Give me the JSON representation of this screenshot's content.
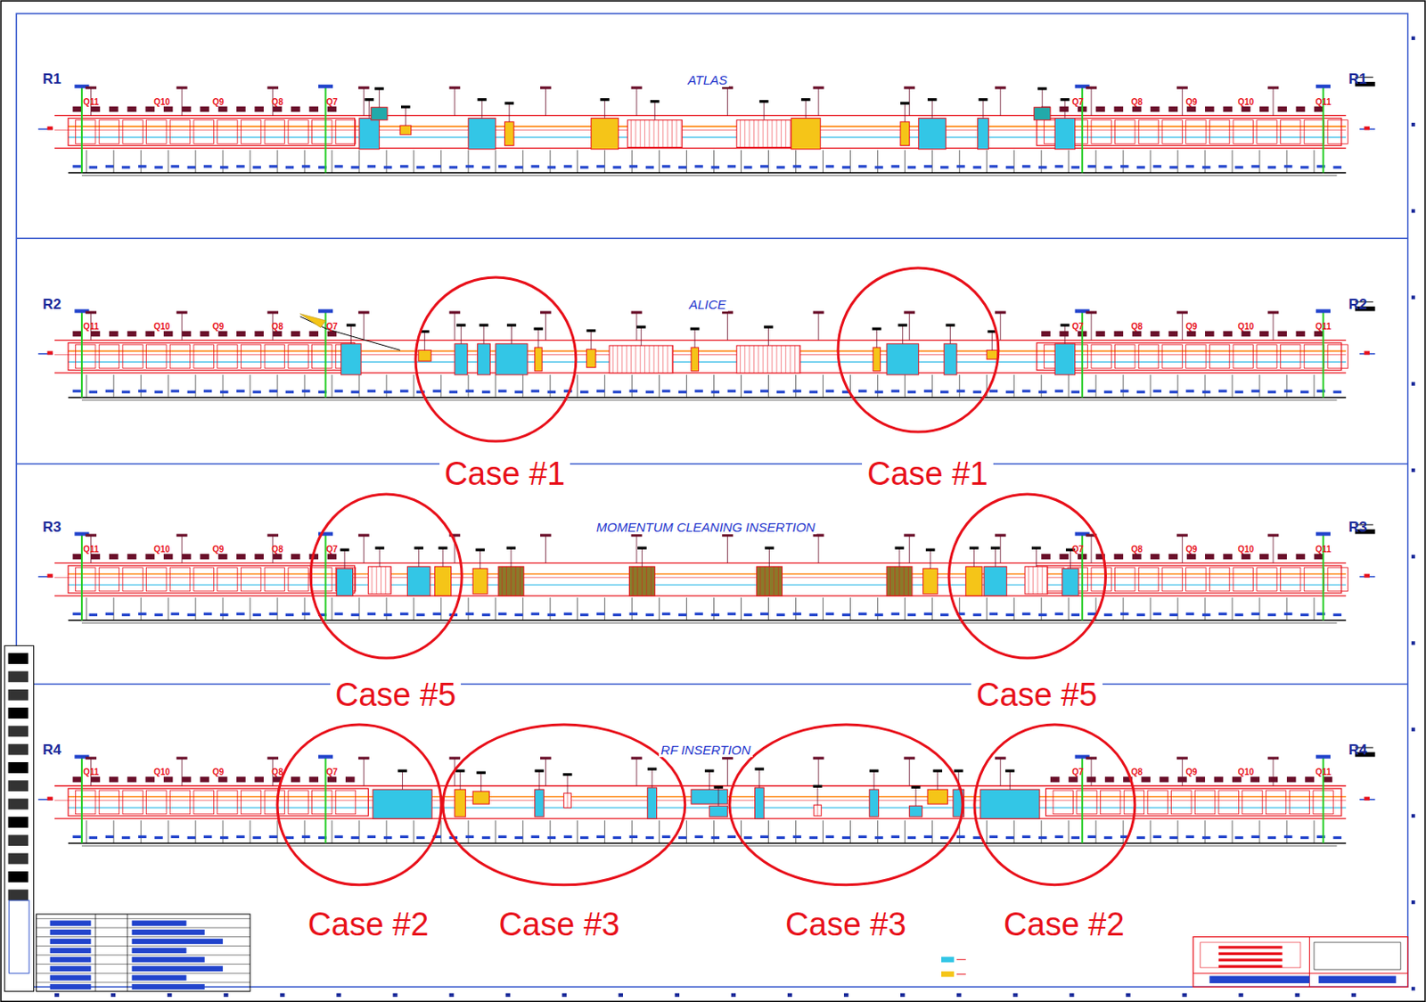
{
  "diagram": {
    "nodes": [
      {
        "text": [
          "Case #1"
        ]
      },
      {
        "text": [
          "Case #1"
        ]
      },
      {
        "text": [
          "Case #5"
        ]
      },
      {
        "text": [
          "Case #5"
        ]
      },
      {
        "text": [
          "Case #2"
        ]
      },
      {
        "text": [
          "Case #3"
        ]
      },
      {
        "text": [
          "Case #3"
        ]
      },
      {
        "text": [
          "Case #2"
        ]
      }
    ],
    "edges": [],
    "labels": [
      "R1",
      "ATLAS",
      "R1",
      "Q11",
      "Q10",
      "Q9",
      "Q8",
      "Q7",
      "Q7",
      "Q8",
      "Q9",
      "Q10",
      "Q11",
      "R2",
      "ALICE",
      "R2",
      "Q11",
      "Q10",
      "Q9",
      "Q8",
      "Q7",
      "Q7",
      "Q8",
      "Q9",
      "Q10",
      "Q11",
      "R3",
      "MOMENTUM CLEANING INSERTION",
      "R3",
      "Q11",
      "Q10",
      "Q9",
      "Q8",
      "Q7",
      "Q7",
      "Q8",
      "Q9",
      "Q10",
      "Q11",
      "R4",
      "RF INSERTION",
      "R4",
      "Q11",
      "Q10",
      "Q9",
      "Q8",
      "Q7",
      "Q7",
      "Q8",
      "Q9",
      "Q10",
      "Q11"
    ]
  }
}
